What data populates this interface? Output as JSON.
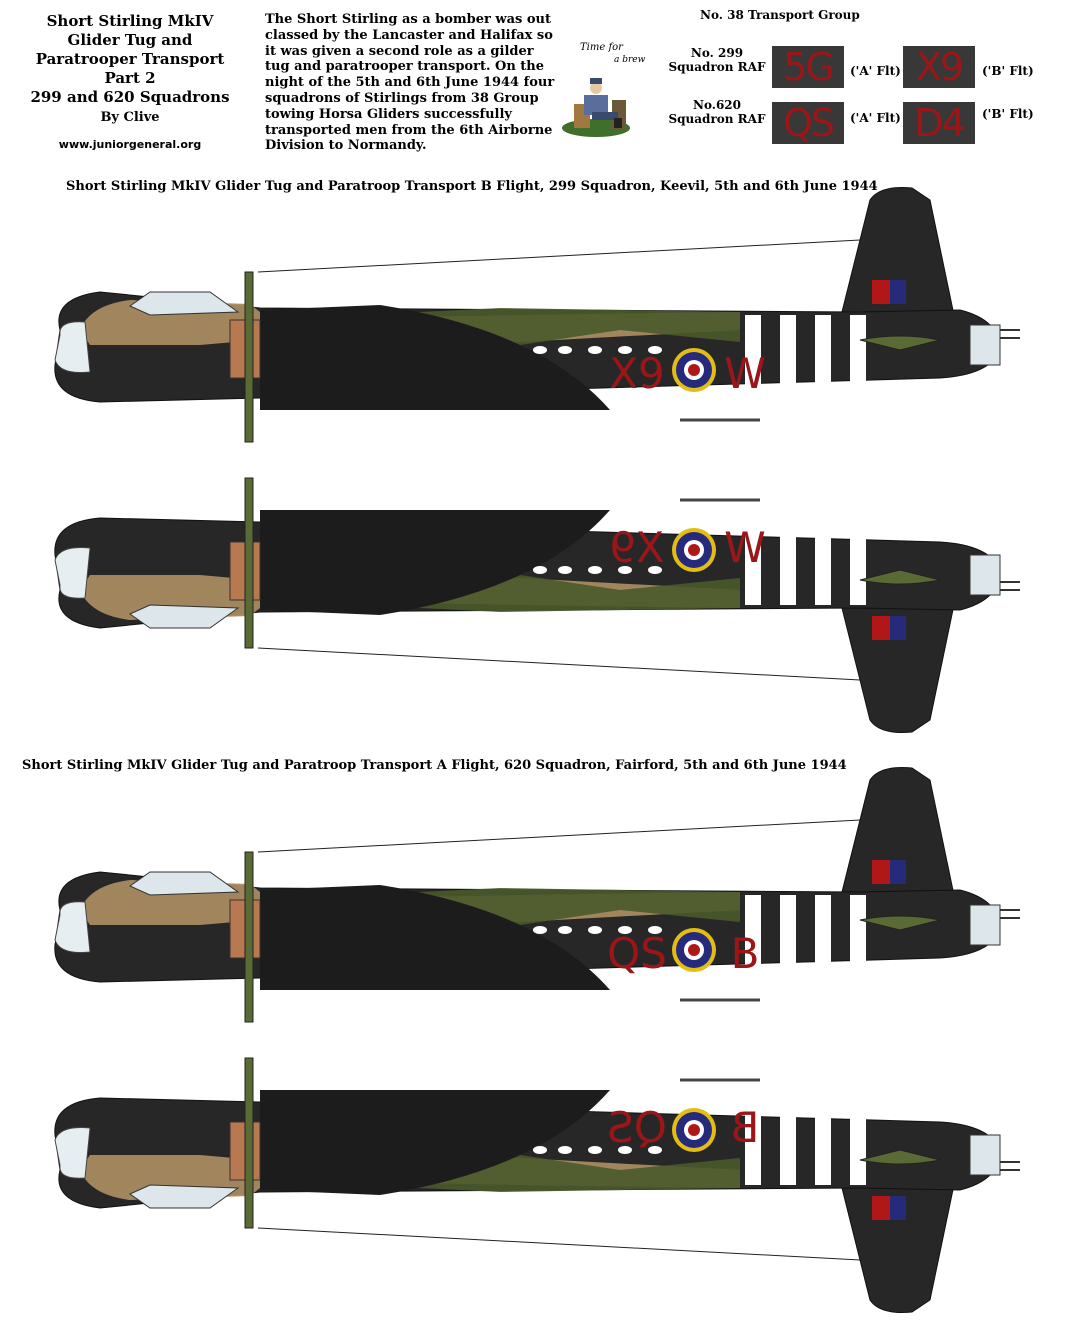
{
  "header": {
    "title_lines": [
      "Short Stirling MkIV",
      "Glider Tug and",
      "Paratrooper Transport",
      "Part 2",
      "299 and 620 Squadrons"
    ],
    "byline": "By Clive",
    "website": "www.juniorgeneral.org"
  },
  "intro_text": "The Short Stirling as a bomber was out classed by the Lancaster and Halifax so it was given a second role as a gilder tug and paratrooper transport. On the night of the 5th and 6th June 1944 four squadrons of Stirlings from 38 Group towing Horsa Gliders successfully transported men from the 6th Airborne Division to Normandy.",
  "brew_cartoon": {
    "lines": [
      "Time for",
      "a brew"
    ]
  },
  "transport_group": {
    "title": "No. 38 Transport Group",
    "squadrons": [
      {
        "label_lines": [
          "No. 299",
          "Squadron RAF"
        ],
        "a_code": "5G",
        "a_label": "('A' Flt)",
        "b_code": "X9",
        "b_label": "('B' Flt)"
      },
      {
        "label_lines": [
          "No.620",
          "Squadron RAF"
        ],
        "a_code": "QS",
        "a_label": "('A' Flt)",
        "b_code": "D4",
        "b_label": "('B' Flt)"
      }
    ]
  },
  "sections": [
    {
      "caption": "Short Stirling MkIV Glider Tug and Paratroop Transport B Flight, 299 Squadron, Keevil, 5th and 6th June 1944",
      "code_letters": "X9",
      "aircraft_letter": "W"
    },
    {
      "caption": "Short Stirling MkIV Glider Tug and Paratroop Transport A Flight, 620 Squadron, Fairford, 5th and 6th June 1944",
      "code_letters": "QS",
      "aircraft_letter": "B"
    }
  ],
  "colors": {
    "dark_green": "#4a5a2b",
    "dark_earth": "#a88a60",
    "night_black": "#272727",
    "code_red": "#9b1618",
    "roundel_blue": "#262a7a",
    "roundel_yellow": "#e3bd16",
    "invasion_white": "#ffffff",
    "canvas_bg": "#ffffff"
  }
}
